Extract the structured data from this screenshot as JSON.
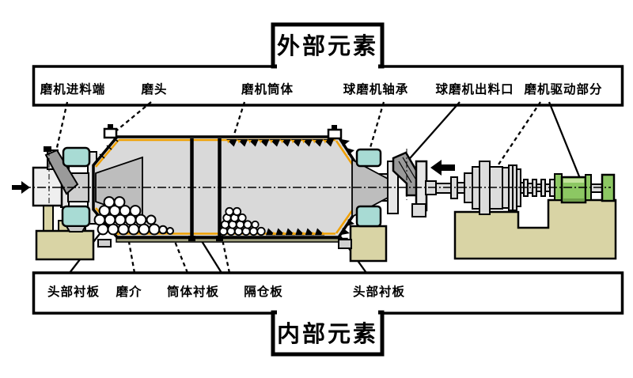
{
  "diagram": {
    "title_external": "外部元素",
    "title_internal": "内部元素",
    "external_labels": [
      "磨机进料端",
      "磨头",
      "磨机筒体",
      "球磨机轴承",
      "球磨机出料口",
      "磨机驱动部分"
    ],
    "internal_labels": [
      "头部衬板",
      "磨介",
      "筒体衬板",
      "隔仓板",
      "头部衬板"
    ]
  },
  "colors": {
    "liner-orange": "#f0a000",
    "bearing-cyan": "#a8dbd4",
    "pedestal-beige": "#d9d4a5",
    "motor-green": "#8cc763",
    "motor-green-light": "#c2e29b",
    "shell-gray": "#d9d9d9",
    "cone-gray": "#bdbdbd",
    "metal-gray": "#dcdcdc",
    "flange-gray": "#e6e6e6",
    "trunnion-gray": "#cfcfcf",
    "spout-gray": "#9a9a9a",
    "strip-olive": "#9e9e7c"
  }
}
